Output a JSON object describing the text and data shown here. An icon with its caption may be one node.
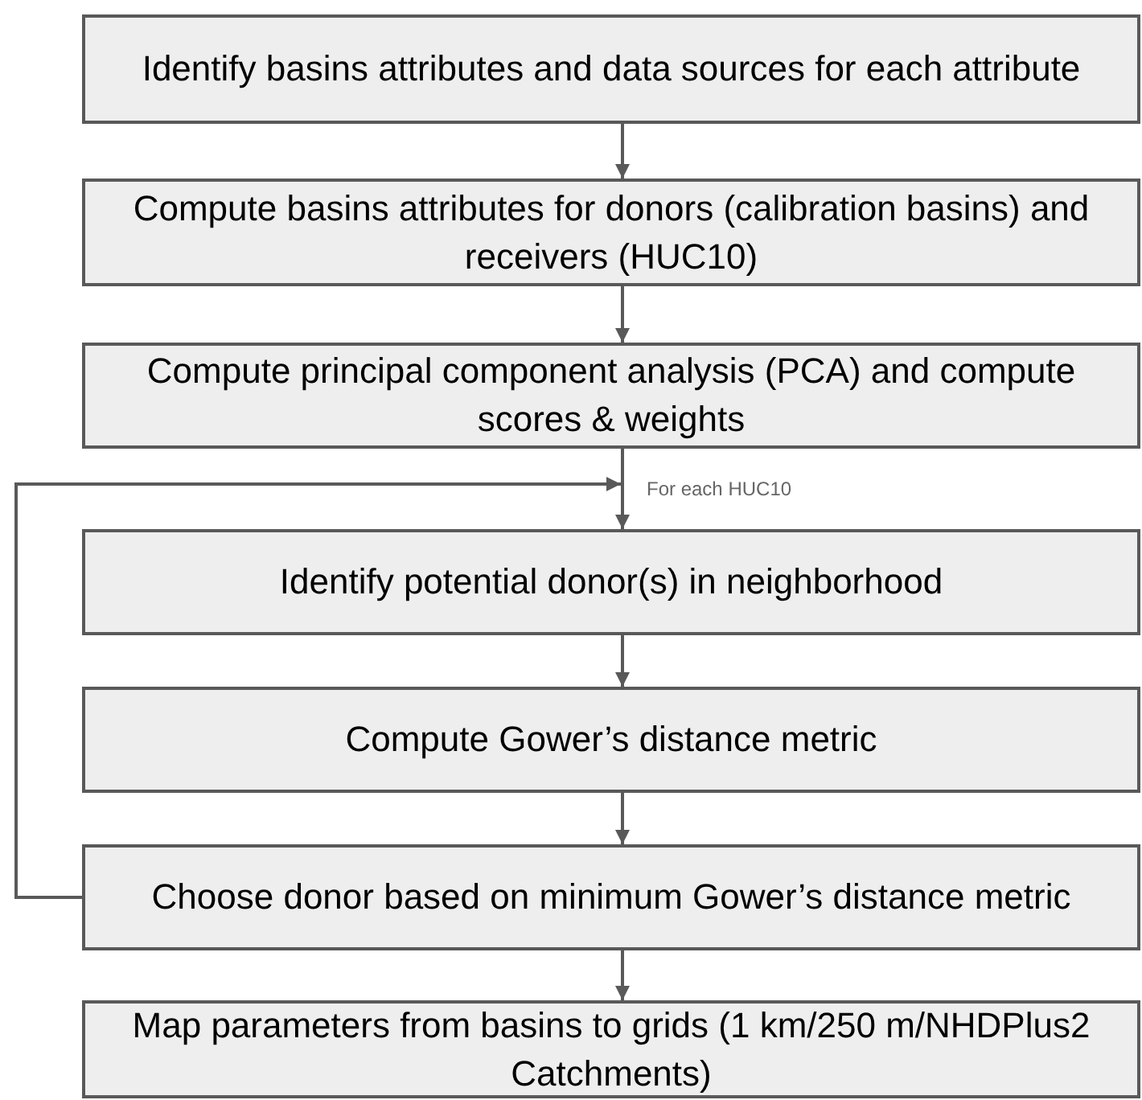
{
  "diagram": {
    "nodes": [
      {
        "text": [
          "Identify basins attributes and data sources for each attribute"
        ]
      },
      {
        "text": [
          "Compute basins attributes for donors (calibration basins) and receivers (HUC10)"
        ]
      },
      {
        "text": [
          "Compute principal component analysis (PCA) and compute scores & weights"
        ]
      },
      {
        "text": [
          "Identify potential donor(s) in neighborhood"
        ]
      },
      {
        "text": [
          "Compute Gower’s distance metric"
        ]
      },
      {
        "text": [
          "Choose donor based on minimum Gower’s distance metric"
        ]
      },
      {
        "text": [
          "Map parameters from basins to grids (1 km/250 m/NHDPlus2 Catchments)"
        ]
      }
    ],
    "edges": [
      {
        "from": 0,
        "to": 1,
        "arrow": "to"
      },
      {
        "from": 1,
        "to": 2,
        "arrow": "to"
      },
      {
        "from": 2,
        "to": 3,
        "arrow": "to",
        "label": "For each HUC10"
      },
      {
        "from": 3,
        "to": 4,
        "arrow": "to"
      },
      {
        "from": 4,
        "to": 5,
        "arrow": "to"
      },
      {
        "from": 5,
        "to": 3,
        "arrow": "to"
      },
      {
        "from": 5,
        "to": 6,
        "arrow": "to"
      }
    ]
  }
}
